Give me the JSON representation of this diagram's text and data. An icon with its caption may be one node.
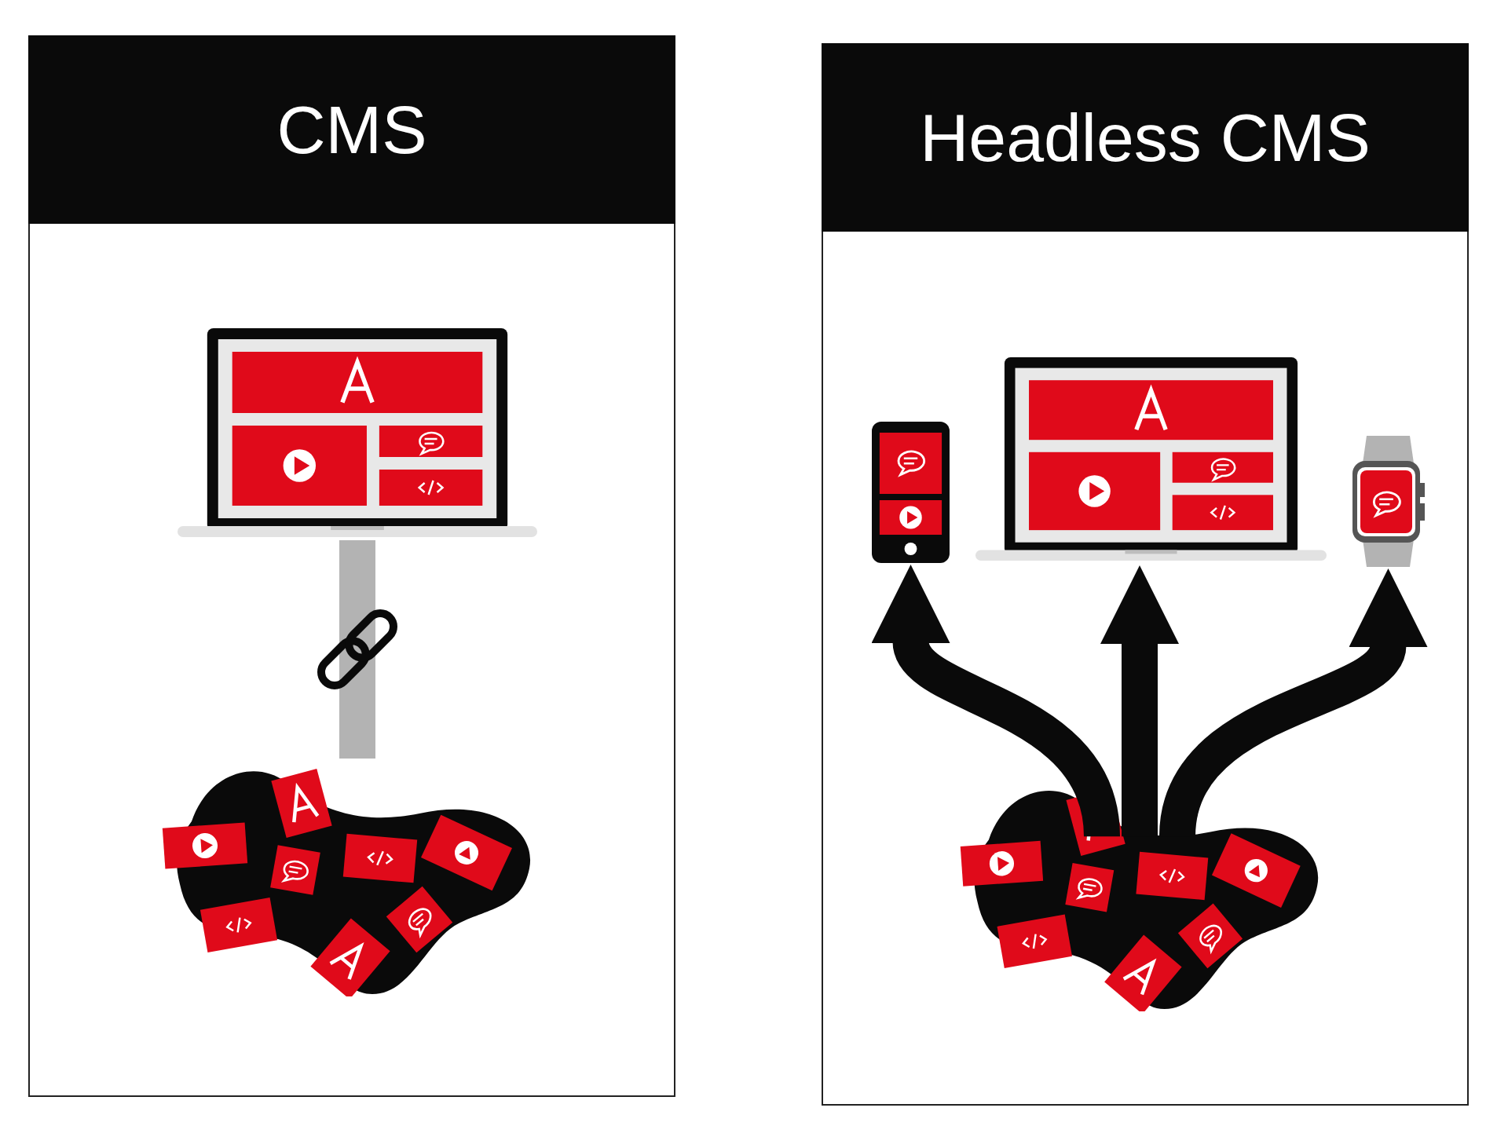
{
  "diagram": {
    "nodes": [
      {
        "text": [
          "CMS"
        ]
      },
      {
        "text": [],
        "shape": "picture",
        "in": 0
      },
      {
        "text": [],
        "shape": "picture",
        "in": 0
      },
      {
        "text": [
          "Headless CMS"
        ]
      },
      {
        "text": [],
        "shape": "picture",
        "in": 3
      },
      {
        "text": [],
        "shape": "picture",
        "in": 3
      },
      {
        "text": [],
        "shape": "picture",
        "in": 3
      },
      {
        "text": [],
        "shape": "picture",
        "in": 3
      }
    ],
    "edges": [
      {
        "from": 1,
        "to": 2,
        "arrow": "none",
        "color": "#b3b3b3"
      },
      {
        "from": 7,
        "to": 4,
        "arrow": "to"
      },
      {
        "from": 7,
        "to": 5,
        "arrow": "to"
      },
      {
        "from": 7,
        "to": 6,
        "arrow": "to"
      }
    ]
  }
}
